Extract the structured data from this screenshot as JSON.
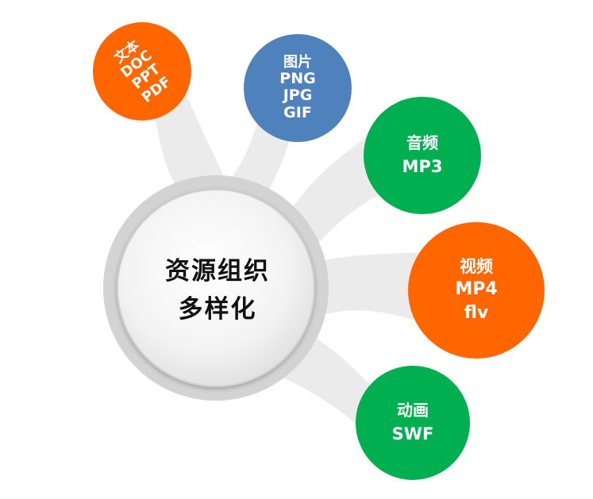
{
  "hub": {
    "line1": "资源组织",
    "line2": "多样化"
  },
  "nodes": {
    "text": {
      "color": "#ff6600",
      "lines": [
        "文本",
        "DOC",
        "PPT",
        "PDF"
      ]
    },
    "image": {
      "color": "#4f81bd",
      "lines": [
        "图片",
        "PNG",
        "JPG",
        "GIF"
      ]
    },
    "audio": {
      "color": "#00b050",
      "lines": [
        "音频",
        "MP3"
      ]
    },
    "video": {
      "color": "#ff6600",
      "lines": [
        "视频",
        "MP4",
        "flv"
      ]
    },
    "anim": {
      "color": "#00b050",
      "lines": [
        "动画",
        "SWF"
      ]
    }
  },
  "colors": {
    "connector": "#ebebeb",
    "hub_ring": "#d3d3d3",
    "hub_fill": "#f6f6f6"
  }
}
